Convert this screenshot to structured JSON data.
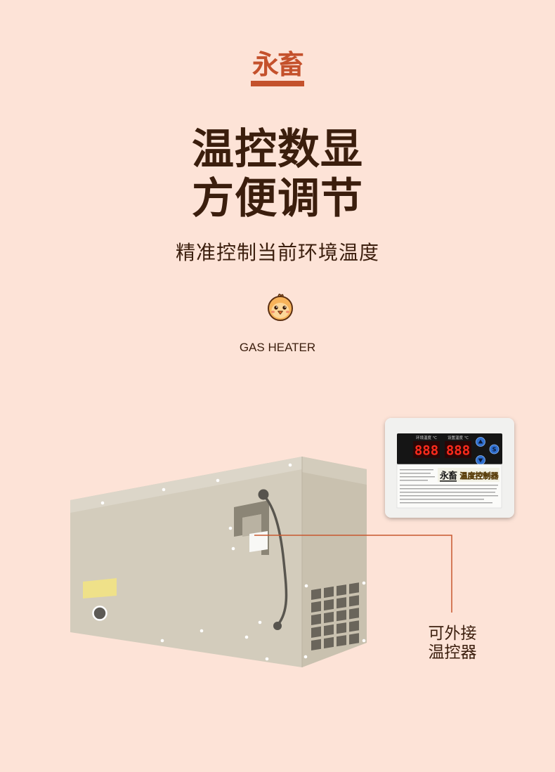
{
  "colors": {
    "background": "#fde3d7",
    "brand": "#c4512c",
    "text": "#3b1e0d",
    "heater_front": "#d3ccbc",
    "heater_side": "#c9c1af",
    "led": "#ff2b1c",
    "button": "#2f6fd0",
    "callout_line": "#c8582f"
  },
  "brand": {
    "logo_text": "永畜"
  },
  "headline": {
    "line1": "温控数显",
    "line2": "方便调节"
  },
  "subtitle": "精准控制当前环境温度",
  "mascot": {
    "icon": "chick-icon"
  },
  "product_label": "GAS HEATER",
  "controller": {
    "ambient_label": "环境温度 ℃",
    "setpoint_label": "设置温度 ℃",
    "ambient_reading": "888",
    "setpoint_reading": "888",
    "set_button_label": "S",
    "up_button_icon": "up-arrow-icon",
    "down_button_icon": "down-arrow-icon",
    "sticker_brand": "永畜",
    "sticker_title": "温度控制器"
  },
  "callout": {
    "line1": "可外接",
    "line2": "温控器"
  }
}
